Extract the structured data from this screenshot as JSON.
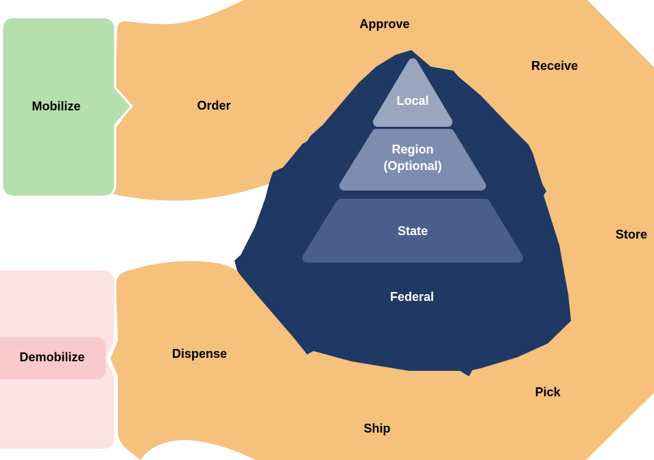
{
  "diagram": {
    "process_labels": {
      "approve": "Approve",
      "receive": "Receive",
      "store": "Store",
      "pick": "Pick",
      "ship": "Ship",
      "dispense": "Dispense",
      "order": "Order"
    },
    "side_boxes": {
      "mobilize": "Mobilize",
      "demobilize": "Demobilize"
    },
    "pyramid": {
      "local": "Local",
      "region_line1": "Region",
      "region_line2": "(Optional)",
      "state": "State",
      "federal": "Federal"
    }
  },
  "colors": {
    "flow_orange": "#F5C17D",
    "mobilize_green": "#B5DFAD",
    "demobilize_pink_light": "#FCE2E2",
    "demobilize_pink_dark": "#F8CACB",
    "pyramid_navy": "#1F3864",
    "level_local": "#9AA5C0",
    "level_region": "#7E8DAF",
    "level_state": "#4A5E8C",
    "label_text": "#000000",
    "pyramid_text": "#FFFFFF"
  }
}
